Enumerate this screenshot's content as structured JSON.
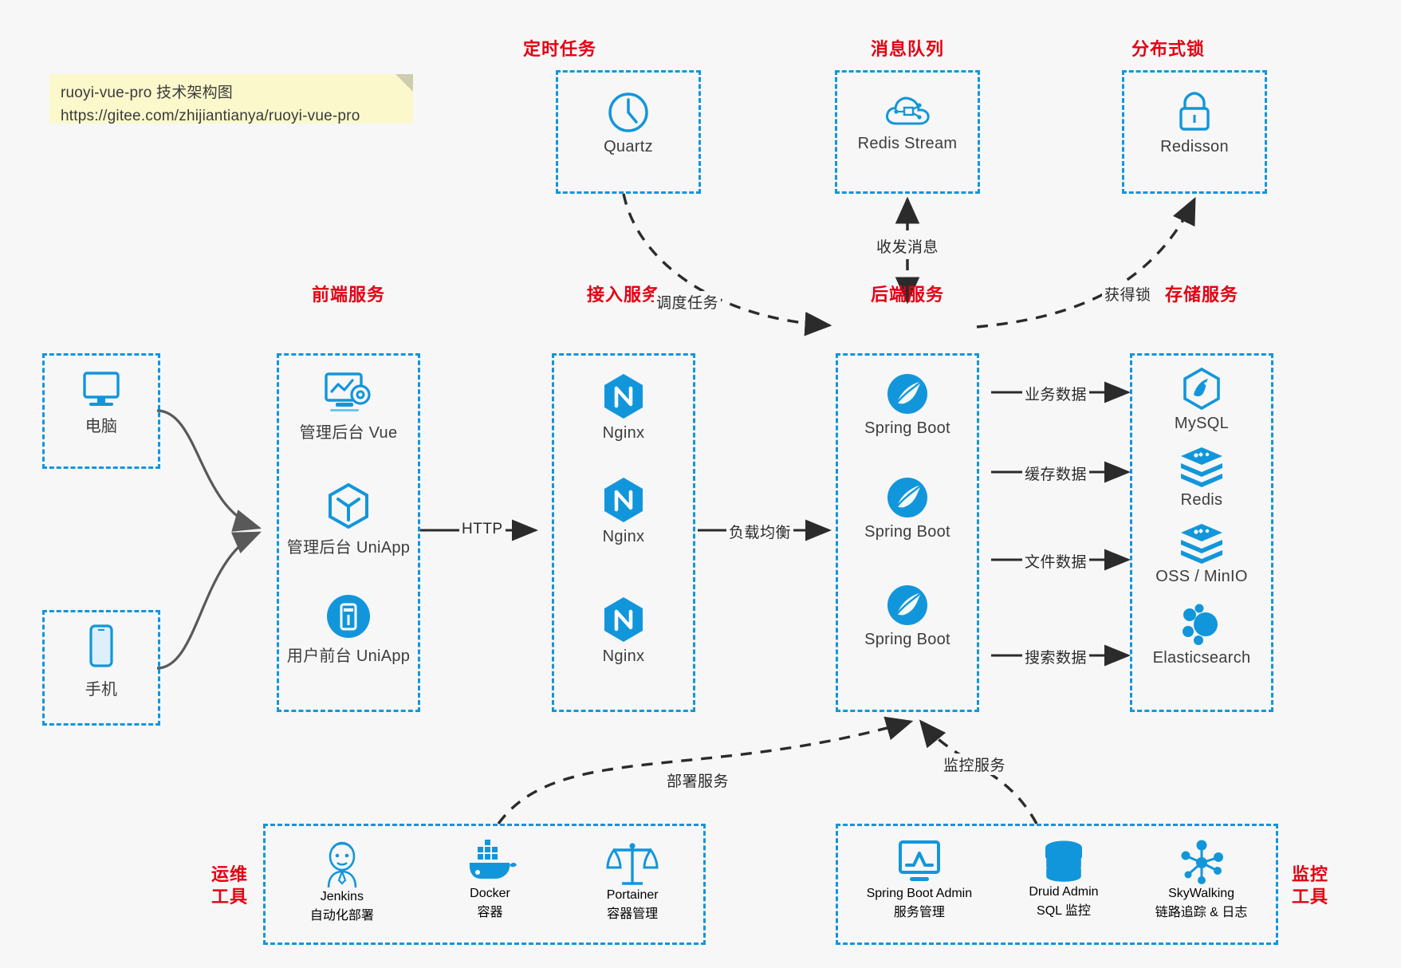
{
  "note": {
    "line1": "ruoyi-vue-pro 技术架构图",
    "line2": "https://gitee.com/zhijiantianya/ruoyi-vue-pro"
  },
  "colors": {
    "accent": "#1296db",
    "title": "#e50012",
    "background": "#f7f7f7",
    "note_bg": "#fbf8cc",
    "edge": "#2b2b2b",
    "edge_gray": "#595959"
  },
  "groups": {
    "scheduled_task": {
      "title": "定时任务"
    },
    "message_queue": {
      "title": "消息队列"
    },
    "distributed_lock": {
      "title": "分布式锁"
    },
    "frontend": {
      "title": "前端服务"
    },
    "gateway": {
      "title": "接入服务"
    },
    "backend": {
      "title": "后端服务"
    },
    "storage": {
      "title": "存储服务"
    },
    "devops": {
      "title": "运维\n工具",
      "title_line1": "运维",
      "title_line2": "工具"
    },
    "monitor": {
      "title": "监控\n工具",
      "title_line1": "监控",
      "title_line2": "工具"
    }
  },
  "clients": [
    {
      "label": "电脑",
      "icon": "desktop-monitor-icon"
    },
    {
      "label": "手机",
      "icon": "mobile-phone-icon"
    }
  ],
  "scheduled_task_nodes": [
    {
      "label": "Quartz",
      "icon": "clock-icon"
    }
  ],
  "message_queue_nodes": [
    {
      "label": "Redis Stream",
      "icon": "cloud-network-icon"
    }
  ],
  "distributed_lock_nodes": [
    {
      "label": "Redisson",
      "icon": "lock-icon"
    }
  ],
  "frontend_nodes": [
    {
      "label": "管理后台 Vue",
      "icon": "dashboard-gear-icon"
    },
    {
      "label": "管理后台 UniApp",
      "icon": "uniapp-cube-icon"
    },
    {
      "label": "用户前台 UniApp",
      "icon": "mobile-app-icon"
    }
  ],
  "gateway_nodes": [
    {
      "label": "Nginx",
      "icon": "nginx-icon"
    },
    {
      "label": "Nginx",
      "icon": "nginx-icon"
    },
    {
      "label": "Nginx",
      "icon": "nginx-icon"
    }
  ],
  "backend_nodes": [
    {
      "label": "Spring Boot",
      "icon": "spring-boot-icon"
    },
    {
      "label": "Spring Boot",
      "icon": "spring-boot-icon"
    },
    {
      "label": "Spring Boot",
      "icon": "spring-boot-icon"
    }
  ],
  "storage_nodes": [
    {
      "label": "MySQL",
      "icon": "mysql-dolphin-icon"
    },
    {
      "label": "Redis",
      "icon": "redis-stack-icon"
    },
    {
      "label": "OSS / MinIO",
      "icon": "redis-stack-icon"
    },
    {
      "label": "Elasticsearch",
      "icon": "elasticsearch-icon"
    }
  ],
  "devops_nodes": [
    {
      "name": "Jenkins",
      "desc": "自动化部署",
      "icon": "jenkins-butler-icon"
    },
    {
      "name": "Docker",
      "desc": "容器",
      "icon": "docker-whale-icon"
    },
    {
      "name": "Portainer",
      "desc": "容器管理",
      "icon": "scales-balance-icon"
    }
  ],
  "monitor_nodes": [
    {
      "name": "Spring Boot Admin",
      "desc": "服务管理",
      "icon": "monitor-chart-icon"
    },
    {
      "name": "Druid Admin",
      "desc": "SQL 监控",
      "icon": "database-cylinder-icon"
    },
    {
      "name": "SkyWalking",
      "desc": "链路追踪 & 日志",
      "icon": "network-nodes-icon"
    }
  ],
  "edge_labels": {
    "schedule_task": "调度任务",
    "send_receive_message": "收发消息",
    "acquire_lock": "获得锁",
    "http": "HTTP",
    "load_balance": "负载均衡",
    "business_data": "业务数据",
    "cache_data": "缓存数据",
    "file_data": "文件数据",
    "search_data": "搜索数据",
    "deploy_service": "部署服务",
    "monitor_service": "监控服务"
  }
}
